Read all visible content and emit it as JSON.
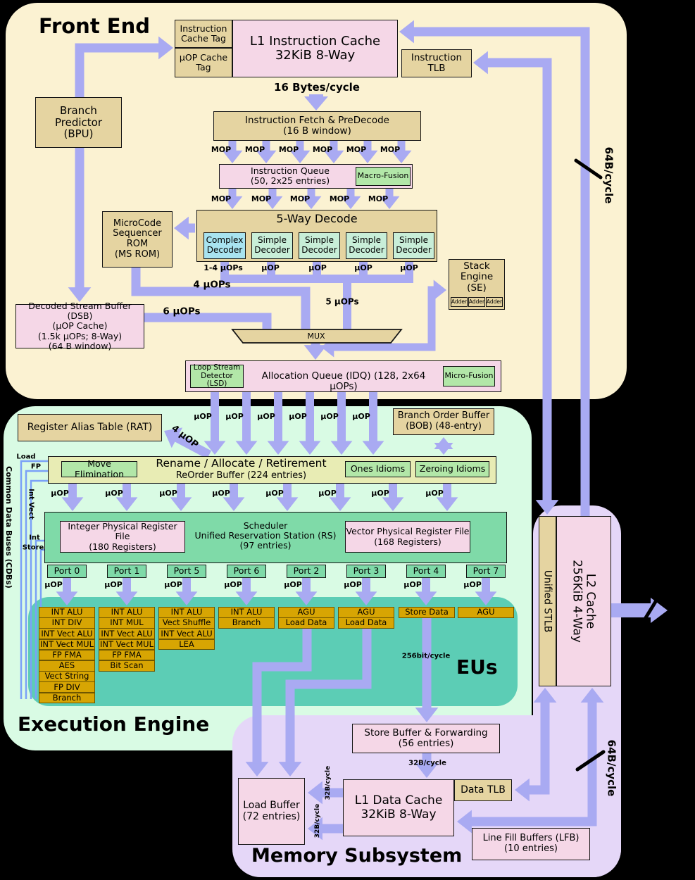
{
  "front_end": {
    "title": "Front End",
    "icache_tag": "Instruction\nCache Tag",
    "uop_cache_tag": "μOP Cache\nTag",
    "l1i": "L1 Instruction Cache\n32KiB 8-Way",
    "itlb": "Instruction\nTLB",
    "bpu": "Branch\nPredictor\n(BPU)",
    "fetch_rate": "16 Bytes/cycle",
    "fetch": "Instruction Fetch & PreDecode\n(16 B window)",
    "mop": "MOP",
    "iq": "Instruction Queue\n(50, 2x25 entries)",
    "macro_fusion": "Macro-Fusion",
    "decode_title": "5-Way Decode",
    "complex_decoder": "Complex\nDecoder",
    "simple_decoder": "Simple\nDecoder",
    "complex_out": "1-4 μOPs",
    "uop": "μOP",
    "ms_rom": "MicroCode\nSequencer\nROM\n(MS ROM)",
    "four_uops": "4 μOPs",
    "five_uops": "5 μOPs",
    "six_uops": "6 μOPs",
    "dsb": "Decoded Stream Buffer (DSB)\n(μOP Cache)\n(1.5k μOPs; 8-Way)\n(64 B window)",
    "mux": "MUX",
    "stack_engine": "Stack\nEngine\n(SE)",
    "adder": "Adder",
    "idq": "Allocation Queue (IDQ) (128, 2x64 μOPs)",
    "lsd": "Loop Stream\nDetector (LSD)",
    "micro_fusion": "Micro-Fusion",
    "bw_64": "64B/cycle"
  },
  "execution_engine": {
    "title": "Execution Engine",
    "rat": "Register Alias Table (RAT)",
    "rat_rate": "4 μOP",
    "bob": "Branch Order Buffer\n(BOB) (48-entry)",
    "uop": "μOP",
    "rename": "Rename / Allocate / Retirement",
    "rob": "ReOrder Buffer (224 entries)",
    "move_elimination": "Move Elimination",
    "ones_idioms": "Ones Idioms",
    "zeroing_idioms": "Zeroing Idioms",
    "scheduler": "Scheduler\nUnified Reservation Station (RS)\n(97 entries)",
    "int_prf": "Integer Physical Register File\n(180 Registers)",
    "vec_prf": "Vector Physical Register File\n(168 Registers)",
    "ports": [
      "Port 0",
      "Port 1",
      "Port 5",
      "Port 6",
      "Port 2",
      "Port 3",
      "Port 4",
      "Port 7"
    ],
    "eu_stacks": [
      [
        "INT ALU",
        "INT DIV",
        "INT Vect ALU",
        "INT Vect MUL",
        "FP FMA",
        "AES",
        "Vect String",
        "FP DIV",
        "Branch"
      ],
      [
        "INT ALU",
        "INT MUL",
        "INT Vect ALU",
        "INT Vect MUL",
        "FP FMA",
        "Bit Scan"
      ],
      [
        "INT ALU",
        "Vect Shuffle",
        "INT Vect ALU",
        "LEA"
      ],
      [
        "INT ALU",
        "Branch"
      ],
      [
        "AGU",
        "Load Data"
      ],
      [
        "AGU",
        "Load Data"
      ],
      [
        "Store Data"
      ],
      [
        "AGU"
      ]
    ],
    "eus": "EUs",
    "cdb": "Common Data Buses (CDBs)",
    "cdb_load": "Load",
    "cdb_fp": "FP",
    "cdb_int_vect": "Int Vect",
    "cdb_int": "Int",
    "cdb_store": "Store",
    "store_bw": "256bit/cycle"
  },
  "memory": {
    "title": "Memory Subsystem",
    "store_buffer": "Store Buffer & Forwarding\n(56 entries)",
    "load_buffer": "Load Buffer\n(72 entries)",
    "l1d": "L1 Data Cache\n32KiB 8-Way",
    "dtlb": "Data TLB",
    "lfb": "Line Fill Buffers (LFB)\n(10 entries)",
    "stlb": "Unified STLB",
    "l2": "L2 Cache\n256KiB 4-Way",
    "bw_32": "32B/cycle",
    "bw_64": "64B/cycle"
  },
  "colors": {
    "arrow": "#a9aaf2",
    "cdb_line": "#7ba1f7",
    "panel_front": "#fbf2d2",
    "panel_ee": "#d9fbe4",
    "panel_eus": "#5ccdb5",
    "panel_mem": "#e5d7f8",
    "tan": "#e5d4a1",
    "pink": "#f5d7e7",
    "green": "#b2e7a8",
    "gold": "#d7a503"
  }
}
